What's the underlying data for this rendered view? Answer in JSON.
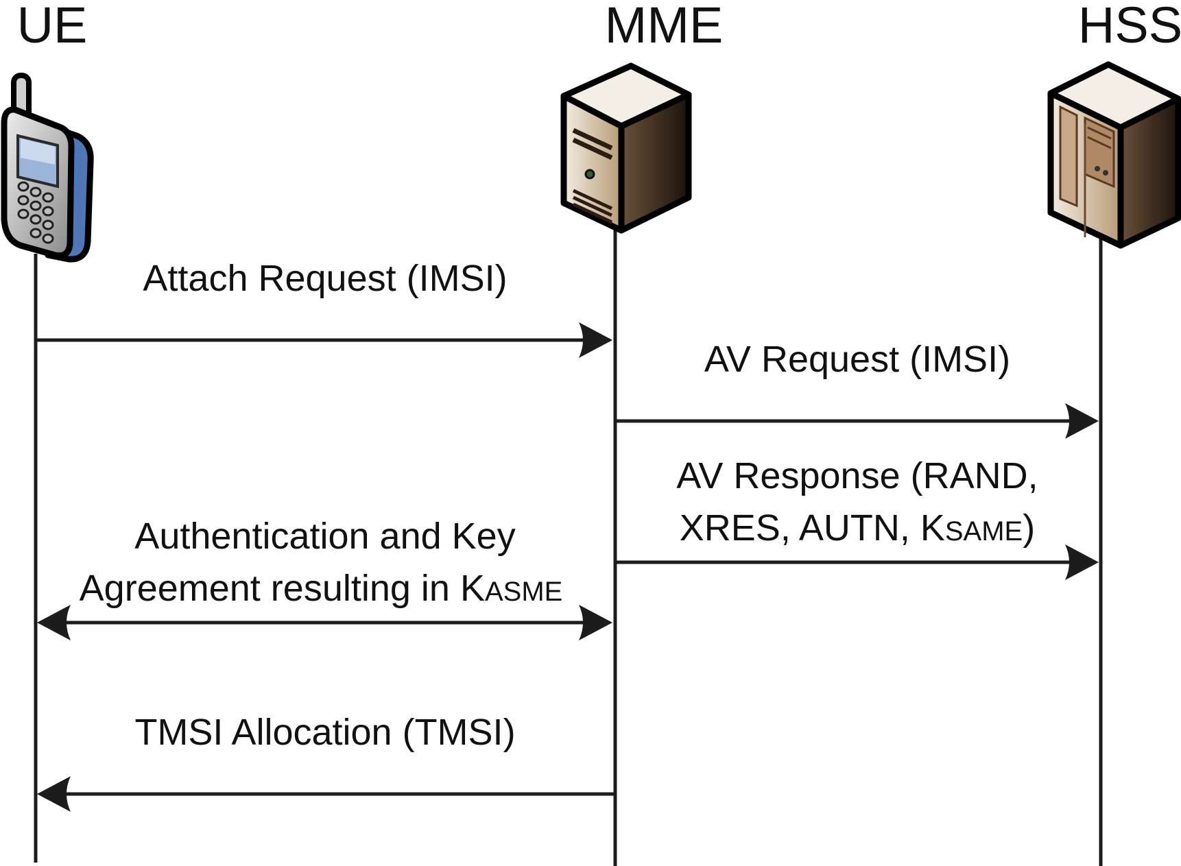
{
  "actors": {
    "ue": {
      "title": "UE",
      "icon": "mobile-phone-icon"
    },
    "mme": {
      "title": "MME",
      "icon": "server-icon"
    },
    "hss": {
      "title": "HSS",
      "icon": "server-cabinet-icon"
    }
  },
  "messages": [
    {
      "id": "attach",
      "lines": [
        {
          "text": "Attach Request (IMSI)"
        }
      ],
      "from": "UE",
      "to": "MME",
      "direction": "right"
    },
    {
      "id": "av-request",
      "lines": [
        {
          "text": "AV Request (IMSI)"
        }
      ],
      "from": "MME",
      "to": "HSS",
      "direction": "right"
    },
    {
      "id": "av-response",
      "lines": [
        {
          "text": "AV Response (RAND,"
        },
        {
          "text": "XRES, AUTN, K",
          "sub": "SAME",
          "tail": ")"
        }
      ],
      "from": "MME",
      "to": "HSS",
      "direction": "right"
    },
    {
      "id": "aka",
      "lines": [
        {
          "text": "Authentication and Key"
        },
        {
          "text": "Agreement resulting in K",
          "sub": "ASME"
        }
      ],
      "from": "UE",
      "to": "MME",
      "direction": "both"
    },
    {
      "id": "tmsi",
      "lines": [
        {
          "text": "TMSI Allocation (TMSI)"
        }
      ],
      "from": "MME",
      "to": "UE",
      "direction": "left"
    }
  ],
  "colors": {
    "phone_body": "#a9a9a9",
    "phone_side": "#4f77b8",
    "server_front": "#d8c8ae",
    "server_side": "#2b1d12",
    "server_top": "#f4efe6",
    "line": "#1c1c1c"
  }
}
